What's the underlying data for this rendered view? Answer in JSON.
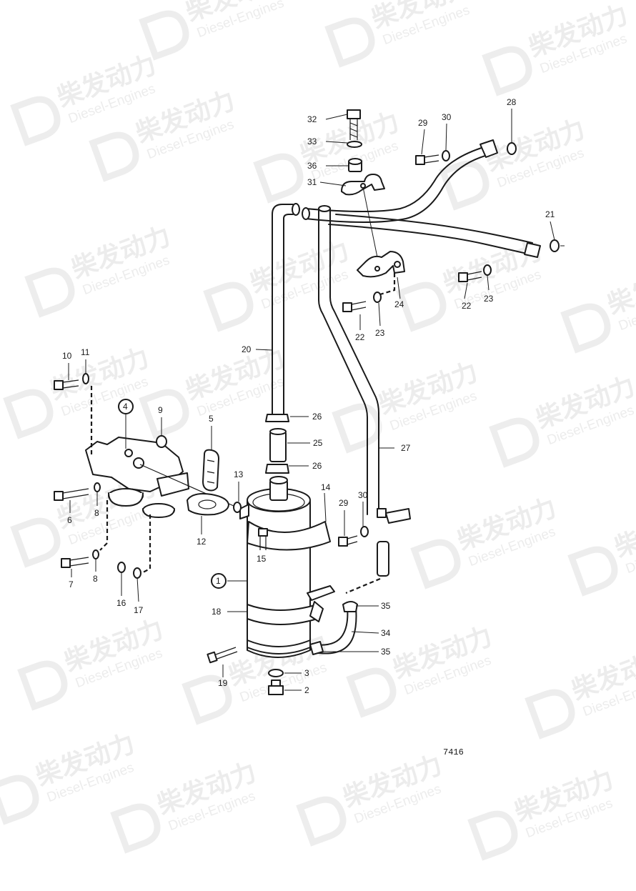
{
  "figure": {
    "drawing_code": "7416",
    "watermark": {
      "cn": "柴发动力",
      "en": "Diesel-Engines"
    },
    "callouts": {
      "c1": "1",
      "c2": "2",
      "c3": "3",
      "c4": "4",
      "c5": "5",
      "c6": "6",
      "c7": "7",
      "c8a": "8",
      "c8b": "8",
      "c9": "9",
      "c10": "10",
      "c11": "11",
      "c12": "12",
      "c13": "13",
      "c14": "14",
      "c15": "15",
      "c16": "16",
      "c17": "17",
      "c18": "18",
      "c19": "19",
      "c20": "20",
      "c21": "21",
      "c22a": "22",
      "c22b": "22",
      "c23a": "23",
      "c23b": "23",
      "c24": "24",
      "c25": "25",
      "c26a": "26",
      "c26b": "26",
      "c27": "27",
      "c28": "28",
      "c29a": "29",
      "c29b": "29",
      "c30a": "30",
      "c30b": "30",
      "c31": "31",
      "c32": "32",
      "c33": "33",
      "c34": "34",
      "c35a": "35",
      "c35b": "35",
      "c36": "36"
    }
  }
}
